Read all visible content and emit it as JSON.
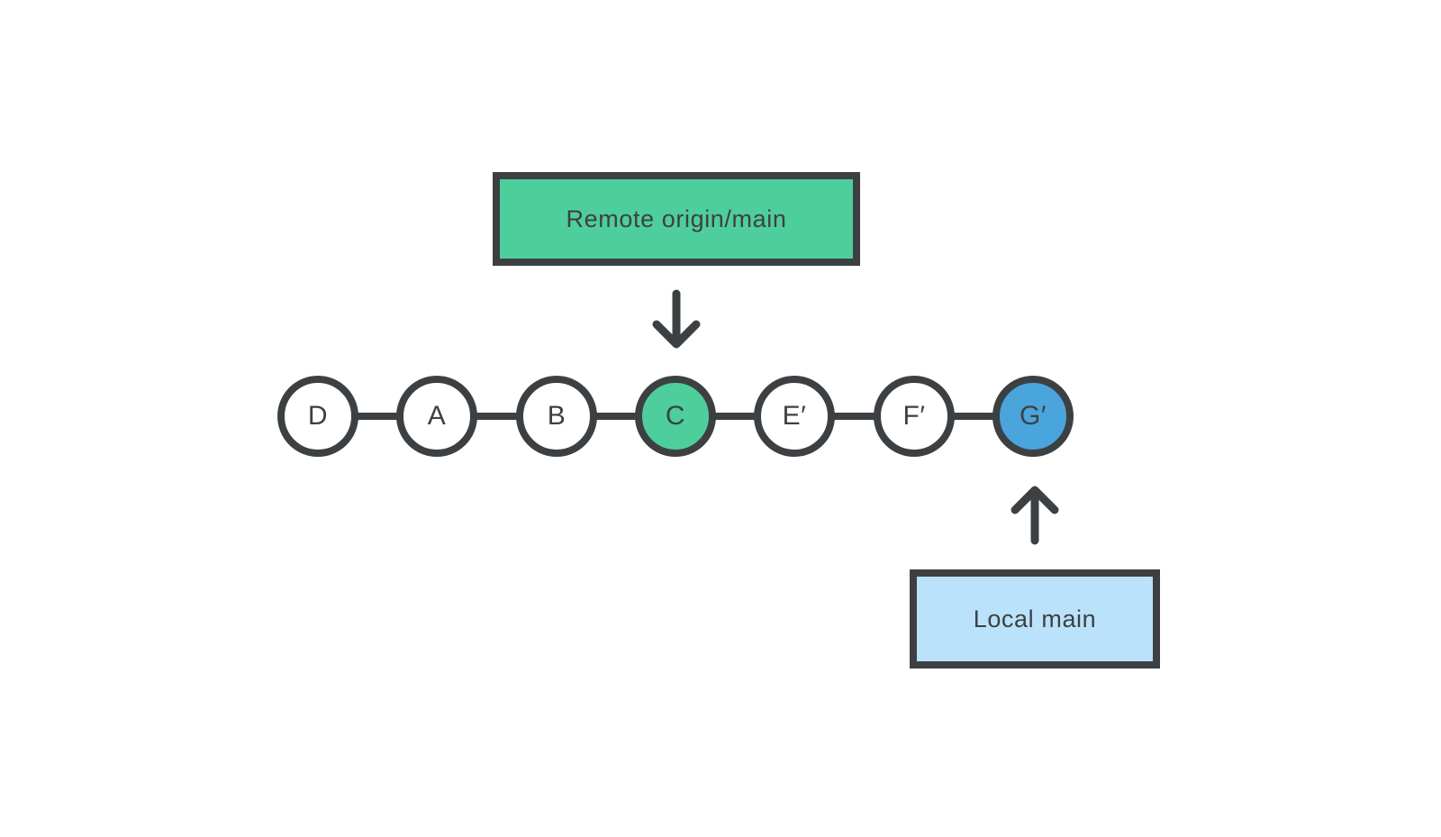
{
  "diagram": {
    "remote_branch": {
      "label": "Remote origin/main"
    },
    "local_branch": {
      "label": "Local main"
    },
    "nodes": [
      {
        "label": "D",
        "fill": "white"
      },
      {
        "label": "A",
        "fill": "white"
      },
      {
        "label": "B",
        "fill": "white"
      },
      {
        "label": "C",
        "fill": "remote_green"
      },
      {
        "label": "E′",
        "fill": "white"
      },
      {
        "label": "F′",
        "fill": "white"
      },
      {
        "label": "G′",
        "fill": "head_blue"
      }
    ],
    "icons": {
      "down_arrow": "arrow-down-icon",
      "up_arrow": "arrow-up-icon"
    },
    "colors": {
      "ink": "#3d4043",
      "remote_green": "#4ece9c",
      "head_blue": "#4ba5dd",
      "local_blue": "#bae2fb",
      "white": "#ffffff",
      "background": "#ffffff"
    }
  }
}
